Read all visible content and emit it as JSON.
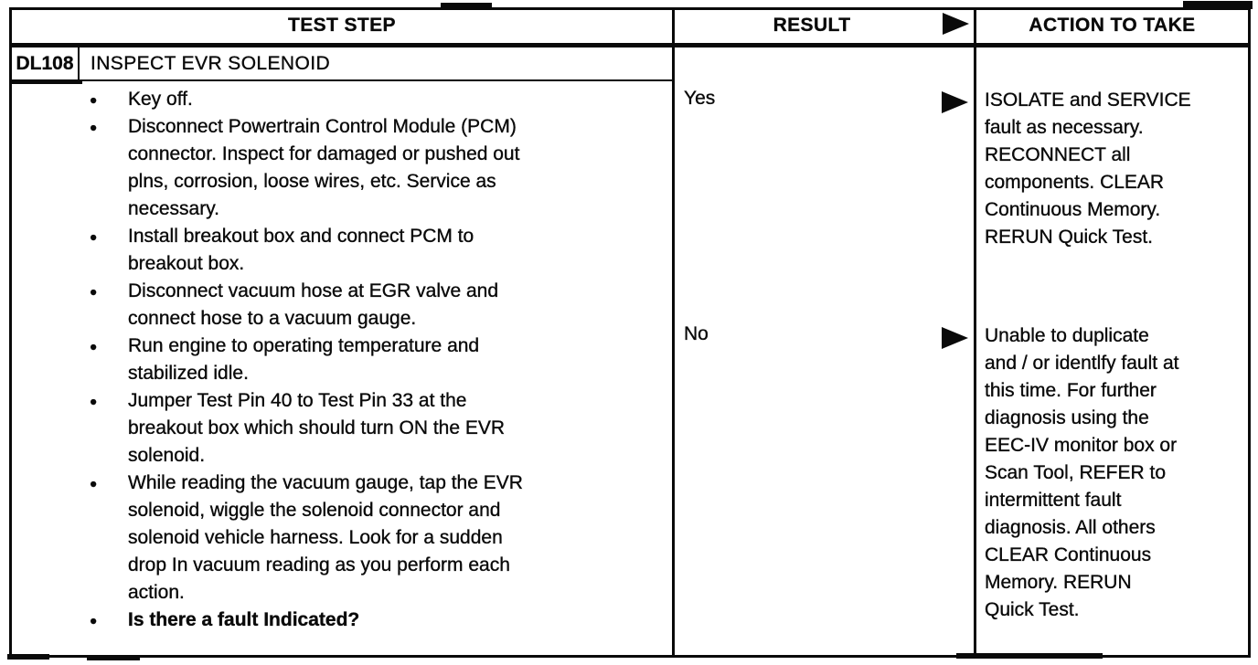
{
  "table": {
    "headers": {
      "test_step": "TEST STEP",
      "result": "RESULT",
      "action": "ACTION TO TAKE"
    },
    "step": {
      "id": "DL108",
      "title": "INSPECT EVR SOLENOID"
    },
    "bullet_glyph": "●",
    "bullets": [
      {
        "text": "Key off."
      },
      {
        "text": "Disconnect Powertrain Control Module (PCM)\nconnector. Inspect for damaged or pushed out\nplns, corrosion, loose wires, etc. Service as\nnecessary."
      },
      {
        "text": "Install breakout box and connect PCM to\nbreakout box."
      },
      {
        "text": "Disconnect vacuum hose at EGR valve and\nconnect hose to a vacuum gauge."
      },
      {
        "text": "Run engine to operating temperature and\nstabilized idle."
      },
      {
        "text": "Jumper Test Pin 40 to Test Pin 33 at the\nbreakout box which should turn ON the EVR\nsolenoid."
      },
      {
        "text": "While reading the vacuum gauge, tap the EVR\nsolenoid, wiggle the solenoid connector and\nsolenoid vehicle harness. Look for a sudden\ndrop In vacuum reading as you perform each\naction."
      },
      {
        "text": "Is there a fault Indicated?"
      }
    ],
    "results": [
      {
        "label": "Yes",
        "action": "ISOLATE and SERVICE\nfault as necessary.\nRECONNECT all\ncomponents. CLEAR\nContinuous Memory.\nRERUN Quick Test."
      },
      {
        "label": "No",
        "action": "Unable to duplicate\nand / or identlfy fault at\nthis time. For further\ndiagnosis using the\nEEC-IV monitor box or\nScan Tool, REFER to\nintermittent  fault\ndiagnosis. All others\nCLEAR Continuous\nMemory. RERUN\nQuick Test."
      }
    ]
  }
}
